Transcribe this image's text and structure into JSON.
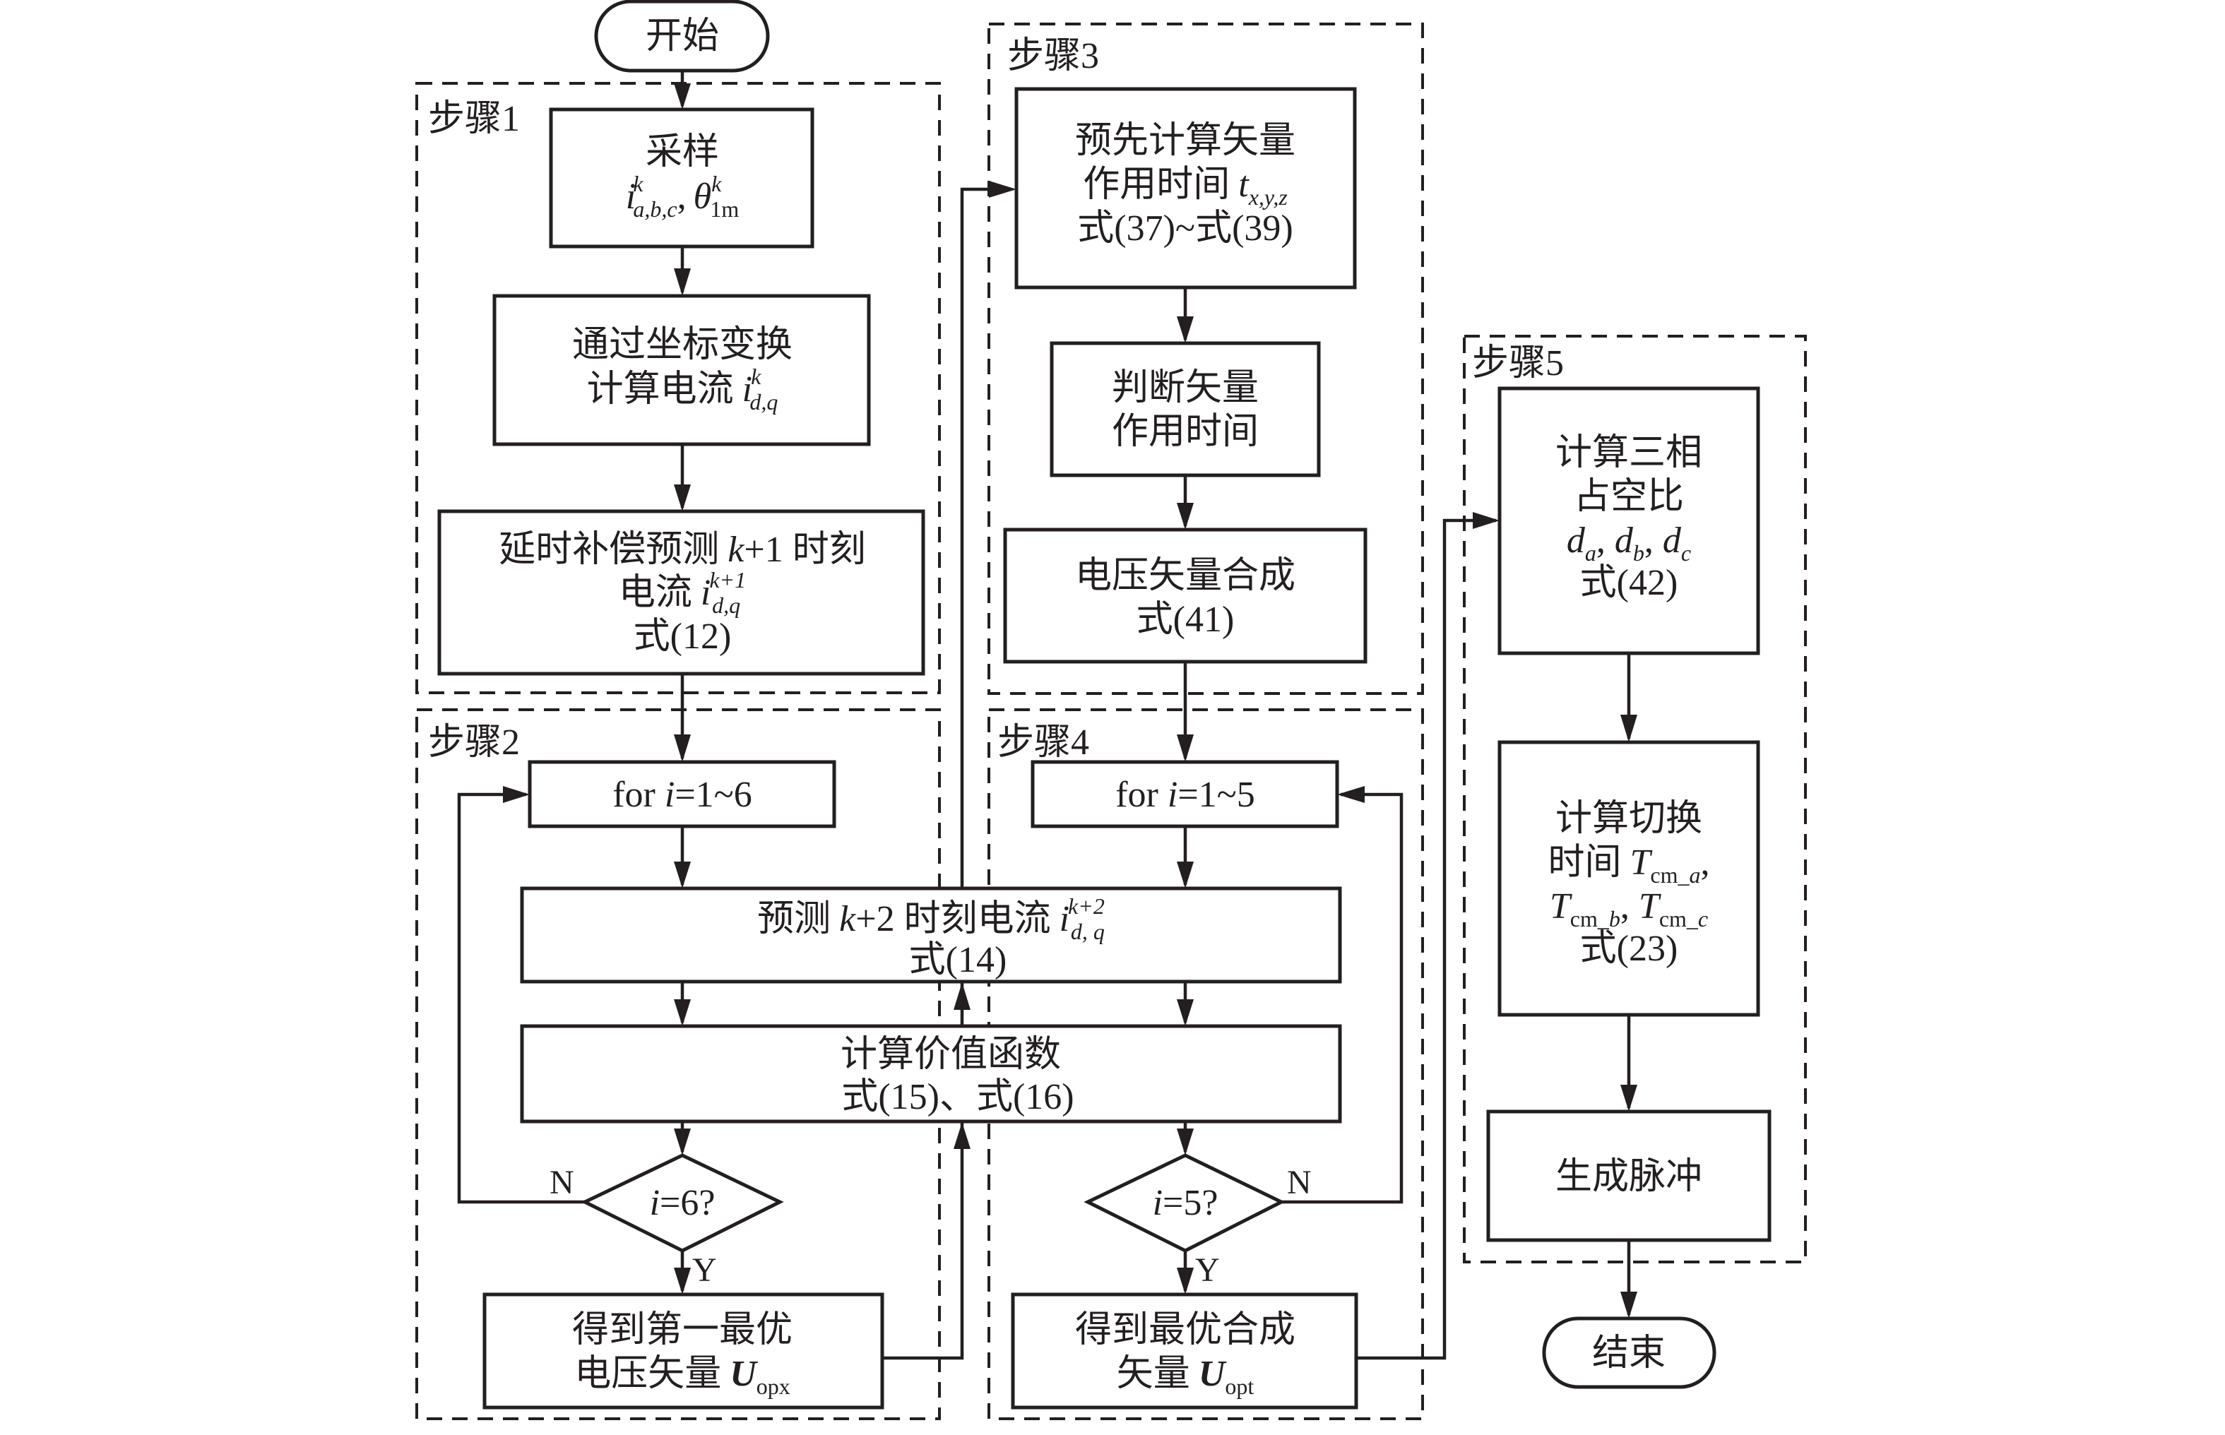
{
  "colors": {
    "stroke": "#231f20",
    "background": "#ffffff"
  },
  "terminals": {
    "start": "开始",
    "end": "结束"
  },
  "steps": {
    "s1": "步骤1",
    "s2": "步骤2",
    "s3": "步骤3",
    "s4": "步骤4",
    "s5": "步骤5"
  },
  "step1": {
    "sample": {
      "line1": "采样",
      "var_i": "i",
      "sup_k": "k",
      "sub_abc": "a,b,c",
      "comma": ",",
      "var_theta": "θ",
      "theta_sup": "k",
      "theta_sub": "1m"
    },
    "coord": {
      "line1": "通过坐标变换",
      "line2": "计算电流",
      "var": "i",
      "sup": "k",
      "sub": "d,q"
    },
    "delay": {
      "line1a": "延时补偿预测",
      "line1k": "k",
      "line1b": "+1 时刻",
      "line2": "电流",
      "var": "i",
      "sup": "k+1",
      "sub": "d,q",
      "line3": "式(12)"
    }
  },
  "step2": {
    "for": {
      "pre": "for ",
      "var": "i",
      "post": "=1~6"
    },
    "predict": {
      "line1a": "预测",
      "k": "k",
      "line1b": "+2 时刻电流",
      "var": "i",
      "sup": "k+2",
      "sub": "d, q",
      "line2": "式(14)"
    },
    "cost": {
      "line1": "计算价值函数",
      "line2": "式(15)、式(16)"
    },
    "decision": {
      "var": "i",
      "post": "=6?",
      "no": "N",
      "yes": "Y"
    },
    "result": {
      "line1": "得到第一最优",
      "line2": "电压矢量",
      "var": "U",
      "sub": "opx"
    }
  },
  "step3": {
    "precalc": {
      "line1": "预先计算矢量",
      "line2": "作用时间",
      "var": "t",
      "sub": "x,y,z",
      "line3": "式(37)~式(39)"
    },
    "judge": {
      "line1": "判断矢量",
      "line2": "作用时间"
    },
    "synth": {
      "line1": "电压矢量合成",
      "line2": "式(41)"
    }
  },
  "step4": {
    "for": {
      "pre": "for ",
      "var": "i",
      "post": "=1~5"
    },
    "decision": {
      "var": "i",
      "post": "=5?",
      "no": "N",
      "yes": "Y"
    },
    "result": {
      "line1": "得到最优合成",
      "line2": "矢量",
      "var": "U",
      "sub": "opt"
    }
  },
  "step5": {
    "duty": {
      "line1": "计算三相",
      "line2": "占空比",
      "d": "d",
      "sa": "a",
      "sb": "b",
      "sc": "c",
      "line4": "式(42)"
    },
    "switch": {
      "line1": "计算切换",
      "line2": "时间",
      "T": "T",
      "sub_a1": "cm_",
      "sub_a2": "a",
      "sub_b1": "cm_",
      "sub_b2": "b",
      "sub_c1": "cm_",
      "sub_c2": "c",
      "line4": "式(23)"
    },
    "pulse": {
      "line1": "生成脉冲"
    }
  }
}
